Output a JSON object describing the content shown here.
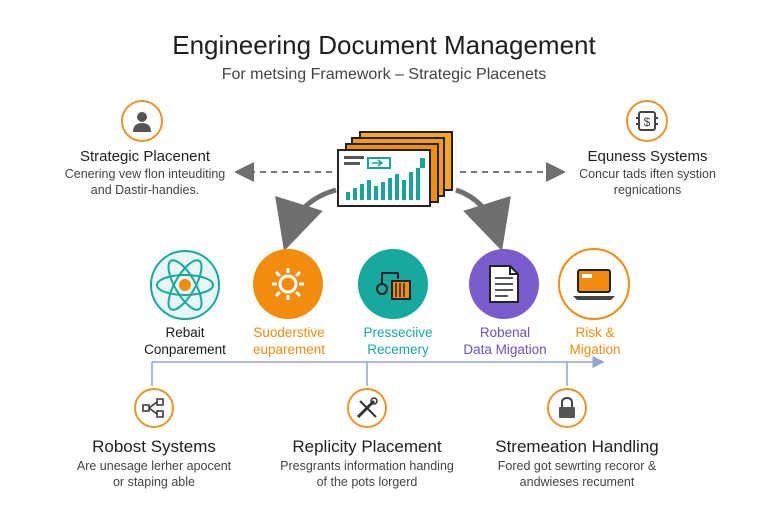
{
  "header": {
    "title": "Engineering Document Management",
    "subtitle": "For metsing Framework – Strategic Placenets"
  },
  "left_block": {
    "icon": "person-icon",
    "title": "Strategic Placenent",
    "desc_line1": "Cenering vew flon inteuditing",
    "desc_line2": "and Dastir-handies."
  },
  "right_block": {
    "icon": "finance-document-icon",
    "title": "Equness Systems",
    "desc_line1": "Concur tads iften systion",
    "desc_line2": "regnications"
  },
  "center": {
    "icon": "document-stack-chart-icon"
  },
  "middle_items": [
    {
      "icon": "atom-icon",
      "line1": "Rebait",
      "line2": "Conparement",
      "color": "#1a1a1a"
    },
    {
      "icon": "gear-icon",
      "line1": "Suoderstive",
      "line2": "euparement",
      "color": "#f28c0f"
    },
    {
      "icon": "pipeline-icon",
      "line1": "Presseciive",
      "line2": "Recemery",
      "color": "#17a8a0"
    },
    {
      "icon": "document-icon",
      "line1": "Robenal",
      "line2": "Data Migation",
      "color": "#6e4fc0"
    },
    {
      "icon": "laptop-icon",
      "line1": "Risk &",
      "line2": "Migation",
      "color": "#f28c0f"
    }
  ],
  "bottom_items": [
    {
      "icon": "network-nodes-icon",
      "title": "Robost Systems",
      "desc_line1": "Are unesage lerher apocent",
      "desc_line2": "or staping able"
    },
    {
      "icon": "tools-icon",
      "title": "Replicity Placement",
      "desc_line1": "Presgrants information handing",
      "desc_line2": "of the pots lorgerd"
    },
    {
      "icon": "lock-icon",
      "title": "Stremeation Handling",
      "desc_line1": "Fored got sewrting recoror &",
      "desc_line2": "andwieses recument"
    }
  ],
  "colors": {
    "orange": "#f28c0f",
    "teal": "#17a8a0",
    "purple": "#6e4fc0",
    "arrow_gray": "#6f6f6f",
    "axis_blue": "#8ea6c8"
  }
}
